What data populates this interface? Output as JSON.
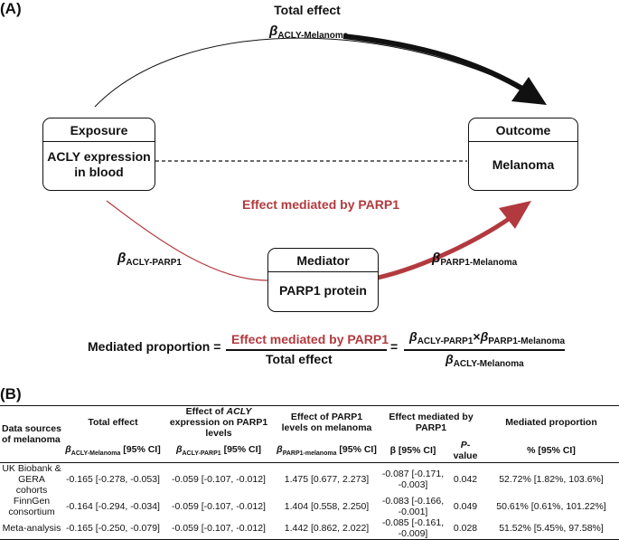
{
  "panel_a": {
    "label": "(A)",
    "total_effect_title": "Total effect",
    "beta_total": {
      "sym": "β",
      "sub": "ACLY-Melanoma"
    },
    "exposure": {
      "header": "Exposure",
      "body_line1": "ACLY expression",
      "body_line2": "in blood"
    },
    "outcome": {
      "header": "Outcome",
      "body": "Melanoma"
    },
    "mediator": {
      "header": "Mediator",
      "body": "PARP1 protein"
    },
    "mediated_title": "Effect mediated by PARP1",
    "beta_acly_parp1": {
      "sym": "β",
      "sub": "ACLY-PARP1"
    },
    "beta_parp1_mel": {
      "sym": "β",
      "sub": "PARP1-Melanoma"
    },
    "formula": {
      "lhs": "Mediated proportion =",
      "num1": "Effect mediated by PARP1",
      "den1": "Total effect",
      "eq": "=",
      "num2_a": "ACLY-PARP1",
      "times": "×",
      "num2_b": "PARP1-Melanoma",
      "den2": "ACLY-Melanoma",
      "sym": "β"
    },
    "colors": {
      "mediated": "#b23a3e",
      "black": "#111111"
    }
  },
  "panel_b": {
    "label": "(B)",
    "headers": {
      "source": "Data sources of melanoma",
      "total": "Total effect",
      "acly_on_parp1_a": "Effect of ",
      "acly_on_parp1_italic": "ACLY",
      "acly_on_parp1_b": " expression on PARP1 levels",
      "parp1_on_mel": "Effect of PARP1 levels on melanoma",
      "mediated": "Effect mediated by PARP1",
      "proportion": "Mediated proportion"
    },
    "subheaders": {
      "total_sub": "ACLY-Melanoma",
      "acly_sub": "ACLY-PARP1",
      "parp1_sub": "PARP1-melanoma",
      "ci": "[95% CI]",
      "beta_ci": "β [95% CI]",
      "p": "P",
      "p_suffix": "-value",
      "pct_ci": "% [95% CI]",
      "sym": "β"
    },
    "rows": [
      {
        "source": "UK Biobank & GERA cohorts",
        "total": "-0.165 [-0.278, -0.053]",
        "acly_parp1": "-0.059 [-0.107, -0.012]",
        "parp1_mel": "1.475 [0.677, 2.273]",
        "mediated": "-0.087 [-0.171, -0.003]",
        "p": "0.042",
        "proportion": "52.72% [1.82%, 103.6%]"
      },
      {
        "source": "FinnGen consortium",
        "total": "-0.164 [-0.294, -0.034]",
        "acly_parp1": "-0.059 [-0.107, -0.012]",
        "parp1_mel": "1.404 [0.558, 2.250]",
        "mediated": "-0.083 [-0.166, -0.001]",
        "p": "0.049",
        "proportion": "50.61% [0.61%, 101.22%]"
      },
      {
        "source": "Meta-analysis",
        "total": "-0.165 [-0.250, -0.079]",
        "acly_parp1": "-0.059 [-0.107, -0.012]",
        "parp1_mel": "1.442 [0.862, 2.022]",
        "mediated": "-0.085 [-0.161, -0.009]",
        "p": "0.028",
        "proportion": "51.52% [5.45%, 97.58%]"
      }
    ]
  }
}
